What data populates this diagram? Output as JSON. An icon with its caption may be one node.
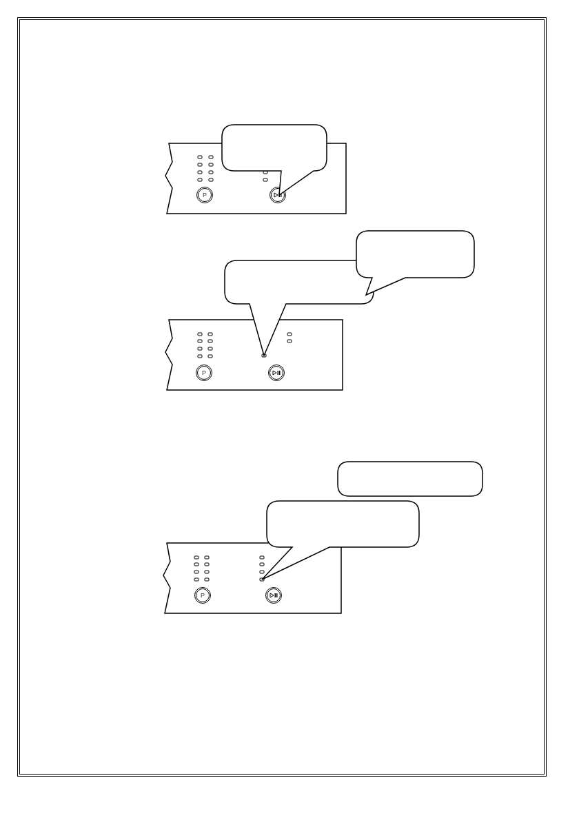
{
  "diagram": {
    "nodes": [
      {
        "text": [],
        "shape": "bubble"
      },
      {
        "text": [],
        "shape": "box"
      },
      {
        "text": [
          "P"
        ],
        "in": 1
      },
      {
        "text": [],
        "shape": "circle",
        "in": 1
      },
      {
        "text": [],
        "shape": "bubble"
      },
      {
        "text": [],
        "shape": "bubble"
      },
      {
        "text": [],
        "shape": "box"
      },
      {
        "text": [
          "P"
        ],
        "in": 6
      },
      {
        "text": [],
        "shape": "circle",
        "in": 6
      },
      {
        "text": [],
        "shape": "bubble"
      },
      {
        "text": [],
        "shape": "bubble"
      },
      {
        "text": [],
        "shape": "box"
      },
      {
        "text": [
          "P"
        ],
        "in": 11
      },
      {
        "text": [],
        "shape": "circle",
        "in": 11
      }
    ]
  }
}
